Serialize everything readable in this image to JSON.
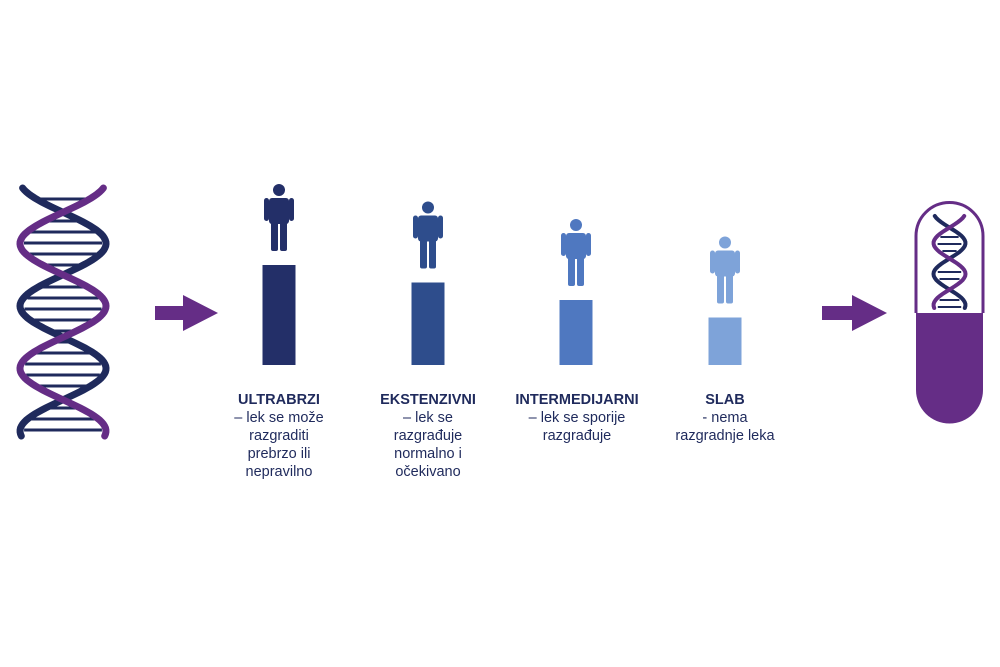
{
  "colors": {
    "navy": "#1f2a5c",
    "purple": "#652d86",
    "bar1": "#232f68",
    "bar2": "#2e4d8c",
    "bar3": "#4f78c0",
    "bar4": "#7ea3d9"
  },
  "icons": {
    "dna": "dna-helix-icon",
    "arrow": "right-arrow-icon",
    "person": "person-icon",
    "capsule": "capsule-dna-icon"
  },
  "levels": [
    {
      "title": "ULTRABRZI",
      "description": "– lek se može\nrazgraditi\nprebrzo ili\nnepravilno",
      "level": 4
    },
    {
      "title": "EKSTENZIVNI",
      "description": "– lek se\nrazgrađuje\nnormalno i\nočekivano",
      "level": 3
    },
    {
      "title": "INTERMEDIJARNI",
      "description": "– lek se sporije\nrazgrađuje",
      "level": 2
    },
    {
      "title": "SLAB",
      "description": "- nema\nrazgradnje leka",
      "level": 1
    }
  ]
}
